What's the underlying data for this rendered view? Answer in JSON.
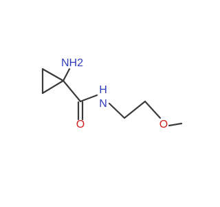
{
  "molecule": {
    "labels": {
      "amine": "NH2",
      "amide_nitrogen": "N",
      "amide_hydrogen": "H",
      "carbonyl_oxygen": "O",
      "ether_oxygen": "O"
    },
    "colors": {
      "nitrogen": "#2f3dbb",
      "oxygen": "#d11f1f",
      "bond": "#3a3a3a"
    }
  }
}
